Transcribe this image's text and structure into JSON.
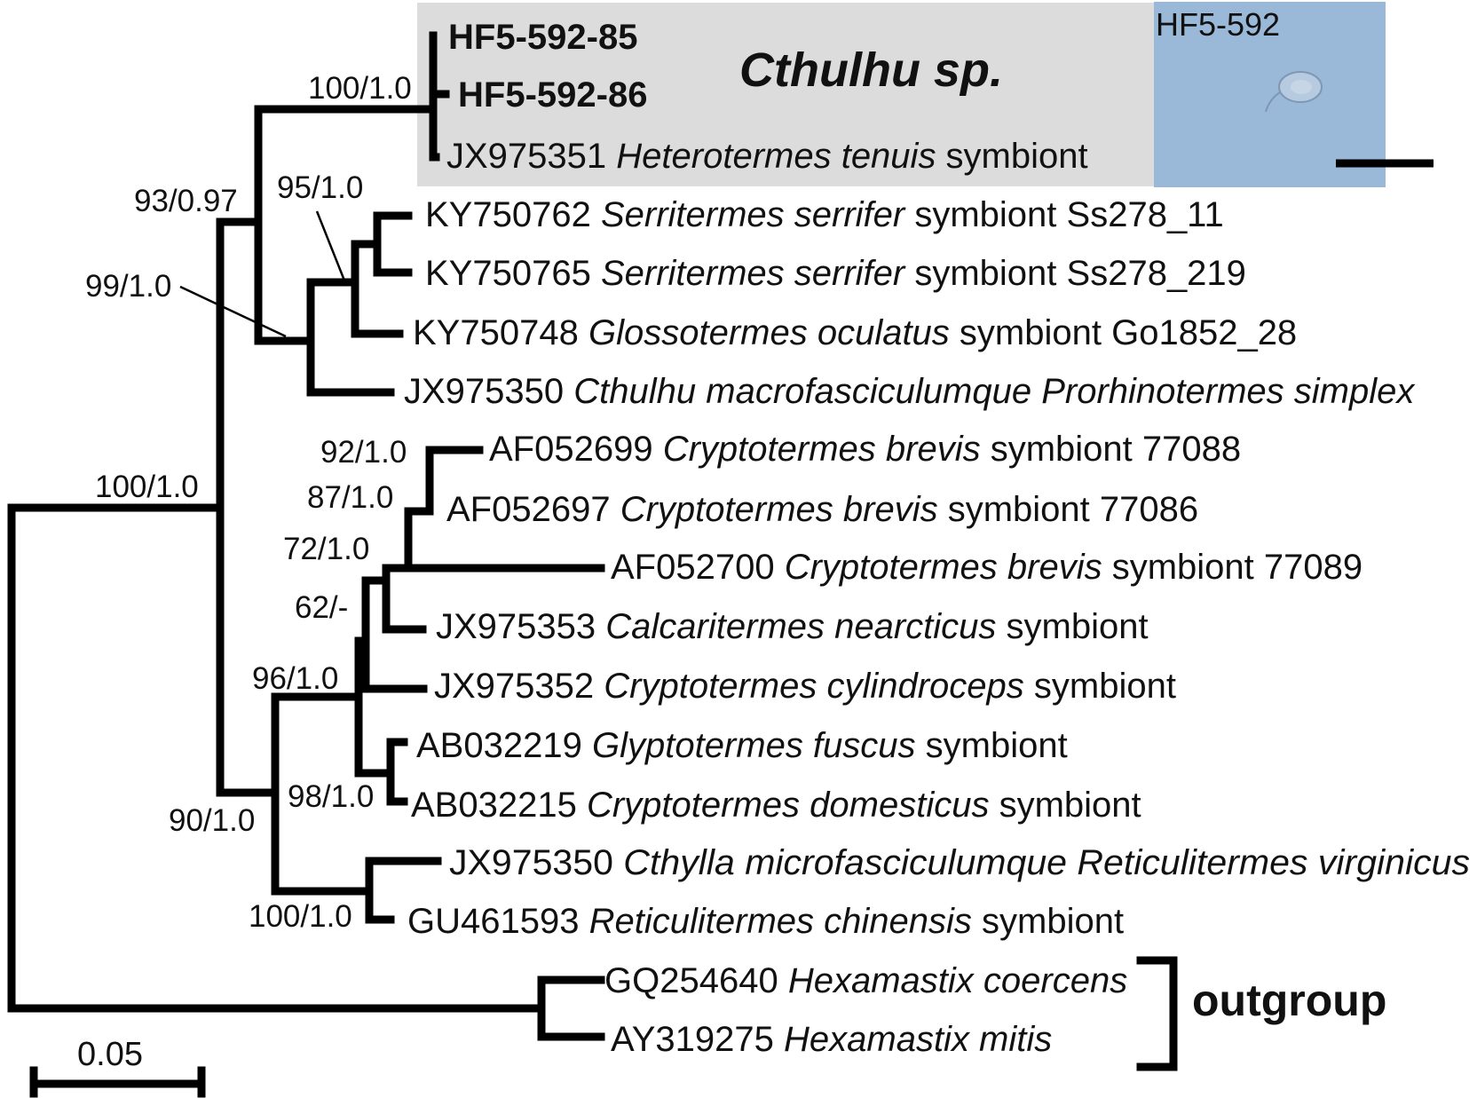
{
  "highlight": {
    "clade_title": "Cthulhu sp.",
    "photo_label": "HF5-592",
    "colors": {
      "box": "#dcdcdc",
      "photo": "#9ab8d8"
    }
  },
  "scale_bar": {
    "label": "0.05"
  },
  "outgroup_label": "outgroup",
  "taxa": [
    {
      "id": "t1",
      "acc": "HF5-592-85",
      "name": "",
      "suffix": "",
      "bold": true
    },
    {
      "id": "t2",
      "acc": "HF5-592-86",
      "name": "",
      "suffix": "",
      "bold": true
    },
    {
      "id": "t3",
      "acc": "JX975351",
      "name": "Heterotermes tenuis",
      "suffix": " symbiont"
    },
    {
      "id": "t4",
      "acc": "KY750762",
      "name": "Serritermes serrifer",
      "suffix": " symbiont Ss278_11"
    },
    {
      "id": "t5",
      "acc": "KY750765",
      "name": "Serritermes serrifer",
      "suffix": " symbiont Ss278_219"
    },
    {
      "id": "t6",
      "acc": "KY750748",
      "name": "Glossotermes oculatus",
      "suffix": " symbiont Go1852_28"
    },
    {
      "id": "t7",
      "acc": "JX975350",
      "name": "Cthulhu macrofasciculumque Prorhinotermes simplex",
      "suffix": ""
    },
    {
      "id": "t8",
      "acc": "AF052699",
      "name": "Cryptotermes brevis",
      "suffix": " symbiont 77088"
    },
    {
      "id": "t9",
      "acc": "AF052697",
      "name": "Cryptotermes brevis",
      "suffix": " symbiont 77086"
    },
    {
      "id": "t10",
      "acc": "AF052700",
      "name": "Cryptotermes brevis",
      "suffix": " symbiont 77089"
    },
    {
      "id": "t11",
      "acc": "JX975353",
      "name": "Calcaritermes nearcticus",
      "suffix": " symbiont"
    },
    {
      "id": "t12",
      "acc": "JX975352",
      "name": "Cryptotermes cylindroceps",
      "suffix": " symbiont"
    },
    {
      "id": "t13",
      "acc": "AB032219",
      "name": "Glyptotermes fuscus",
      "suffix": " symbiont"
    },
    {
      "id": "t14",
      "acc": "AB032215",
      "name": "Cryptotermes domesticus",
      "suffix": " symbiont"
    },
    {
      "id": "t15",
      "acc": "JX975350",
      "name": "Cthylla microfasciculumque Reticulitermes virginicus",
      "suffix": ""
    },
    {
      "id": "t16",
      "acc": "GU461593",
      "name": "Reticulitermes chinensis",
      "suffix": " symbiont"
    },
    {
      "id": "t17",
      "acc": "GQ254640",
      "name": "Hexamastix coercens",
      "suffix": ""
    },
    {
      "id": "t18",
      "acc": "AY319275",
      "name": "Hexamastix mitis",
      "suffix": ""
    }
  ],
  "supports": [
    {
      "id": "s1",
      "text": "100/1.0"
    },
    {
      "id": "s2",
      "text": "93/0.97"
    },
    {
      "id": "s3",
      "text": "95/1.0"
    },
    {
      "id": "s4",
      "text": "99/1.0"
    },
    {
      "id": "s5",
      "text": "100/1.0"
    },
    {
      "id": "s6",
      "text": "92/1.0"
    },
    {
      "id": "s7",
      "text": "87/1.0"
    },
    {
      "id": "s8",
      "text": "72/1.0"
    },
    {
      "id": "s9",
      "text": "62/-"
    },
    {
      "id": "s10",
      "text": "96/1.0"
    },
    {
      "id": "s11",
      "text": "98/1.0"
    },
    {
      "id": "s12",
      "text": "90/1.0"
    },
    {
      "id": "s13",
      "text": "100/1.0"
    }
  ]
}
